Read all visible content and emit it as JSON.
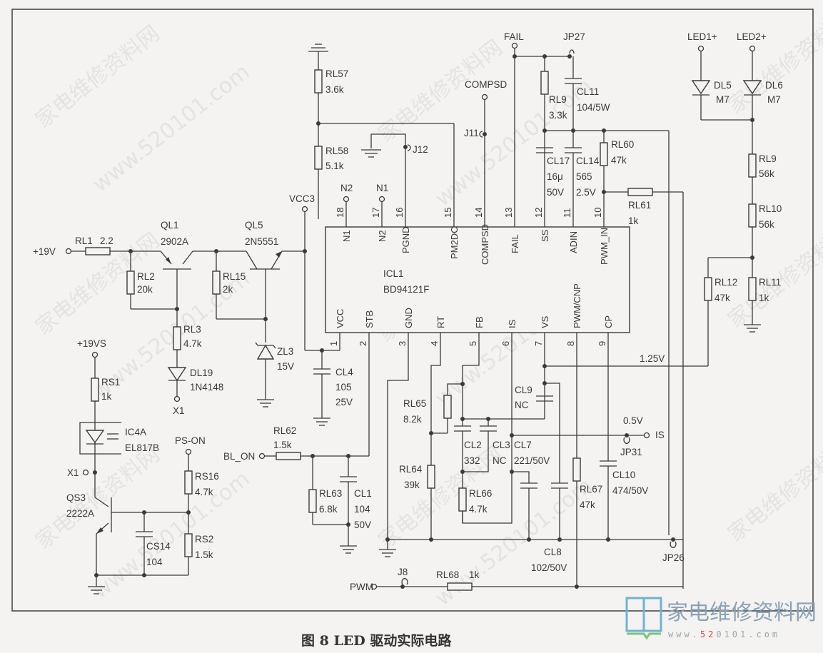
{
  "caption": "图 8 LED 驱动实际电路",
  "watermark": {
    "cn": "家电维修资料网",
    "url": "www.520101.com"
  },
  "logo": {
    "text": "家电维修资料网",
    "url_prefix": "www.",
    "url_accent": "52",
    "url_rest": "0101.com",
    "accent_color": "#e04040",
    "brand_color": "#6fb3d2"
  },
  "ic": {
    "ref": "ICL1",
    "part": "BD94121F",
    "top_pins": [
      {
        "num": "18",
        "name": "N1"
      },
      {
        "num": "17",
        "name": "N2"
      },
      {
        "num": "16",
        "name": "PGND"
      },
      {
        "num": "15",
        "name": "PM2DC"
      },
      {
        "num": "14",
        "name": "COMPSD"
      },
      {
        "num": "13",
        "name": "FAIL"
      },
      {
        "num": "12",
        "name": "SS"
      },
      {
        "num": "11",
        "name": "ADIN"
      },
      {
        "num": "10",
        "name": "PWM_IN"
      }
    ],
    "bottom_pins": [
      {
        "num": "1",
        "name": "VCC"
      },
      {
        "num": "2",
        "name": "STB"
      },
      {
        "num": "3",
        "name": "GND"
      },
      {
        "num": "4",
        "name": "RT"
      },
      {
        "num": "5",
        "name": "FB"
      },
      {
        "num": "6",
        "name": "IS"
      },
      {
        "num": "7",
        "name": "VS"
      },
      {
        "num": "8",
        "name": "PWM/CNP"
      },
      {
        "num": "9",
        "name": "CP"
      }
    ]
  },
  "nets": {
    "v19": "+19V",
    "v19s": "+19VS",
    "vcc3": "VCC3",
    "x1a": "X1",
    "x1b": "X1",
    "pson": "PS-ON",
    "blon": "BL_ON",
    "pwm": "PWM",
    "n2": "N2",
    "n1": "N1",
    "compsd": "COMPSD",
    "fail": "FAIL",
    "led1": "LED1+",
    "led2": "LED2+",
    "is": "IS",
    "v125": "1.25V",
    "v05": "0.5V",
    "v25": "2.5V"
  },
  "components": {
    "RL1": {
      "ref": "RL1",
      "value": "2.2"
    },
    "QL1": {
      "ref": "QL1",
      "value": "2902A"
    },
    "QL5": {
      "ref": "QL5",
      "value": "2N5551"
    },
    "RL2": {
      "ref": "RL2",
      "value": "20k"
    },
    "RL15": {
      "ref": "RL15",
      "value": "2k"
    },
    "RL3": {
      "ref": "RL3",
      "value": "4.7k"
    },
    "DL19": {
      "ref": "DL19",
      "value": "1N4148"
    },
    "ZL3": {
      "ref": "ZL3",
      "value": "15V"
    },
    "RS1": {
      "ref": "RS1",
      "value": "1k"
    },
    "IC4A": {
      "ref": "IC4A",
      "value": "EL817B"
    },
    "QS3": {
      "ref": "QS3",
      "value": "2222A"
    },
    "CS14": {
      "ref": "CS14",
      "value": "104"
    },
    "RS16": {
      "ref": "RS16",
      "value": "4.7k"
    },
    "RS2": {
      "ref": "RS2",
      "value": "1.5k"
    },
    "RL57": {
      "ref": "RL57",
      "value": "3.6k"
    },
    "RL58": {
      "ref": "RL58",
      "value": "5.1k"
    },
    "J12": {
      "ref": "J12"
    },
    "J11": {
      "ref": "J11"
    },
    "JP27": {
      "ref": "JP27"
    },
    "RL9a": {
      "ref": "RL9",
      "value": "3.3k"
    },
    "CL11": {
      "ref": "CL11",
      "value": "104/5W"
    },
    "CL17": {
      "ref": "CL17",
      "value": "16μ",
      "value2": "50V"
    },
    "CL14": {
      "ref": "CL14",
      "value": "565"
    },
    "RL60": {
      "ref": "RL60",
      "value": "47k"
    },
    "RL61": {
      "ref": "RL61",
      "value": "1k"
    },
    "CL4": {
      "ref": "CL4",
      "value": "105",
      "value2": "25V"
    },
    "RL62": {
      "ref": "RL62",
      "value": "1.5k"
    },
    "RL63": {
      "ref": "RL63",
      "value": "6.8k"
    },
    "CL1": {
      "ref": "CL1",
      "value": "104",
      "value2": "50V"
    },
    "RL65": {
      "ref": "RL65",
      "value": "8.2k"
    },
    "RL64": {
      "ref": "RL64",
      "value": "39k"
    },
    "CL2": {
      "ref": "CL2",
      "value": "332"
    },
    "CL3": {
      "ref": "CL3",
      "value": "NC"
    },
    "CL7": {
      "ref": "CL7",
      "value": "221/50V"
    },
    "CL9": {
      "ref": "CL9",
      "value": "NC"
    },
    "RL66": {
      "ref": "RL66",
      "value": "4.7k"
    },
    "CL8": {
      "ref": "CL8",
      "value": "102/50V"
    },
    "RL67": {
      "ref": "RL67",
      "value": "47k"
    },
    "CL10": {
      "ref": "CL10",
      "value": "474/50V"
    },
    "JP31": {
      "ref": "JP31"
    },
    "JP26": {
      "ref": "JP26"
    },
    "J8": {
      "ref": "J8"
    },
    "RL68": {
      "ref": "RL68",
      "value": "1k"
    },
    "DL5": {
      "ref": "DL5",
      "value": "M7"
    },
    "DL6": {
      "ref": "DL6",
      "value": "M7"
    },
    "RL9b": {
      "ref": "RL9",
      "value": "56k"
    },
    "RL10": {
      "ref": "RL10",
      "value": "56k"
    },
    "RL11": {
      "ref": "RL11",
      "value": "1k"
    },
    "RL12": {
      "ref": "RL12",
      "value": "47k"
    }
  }
}
